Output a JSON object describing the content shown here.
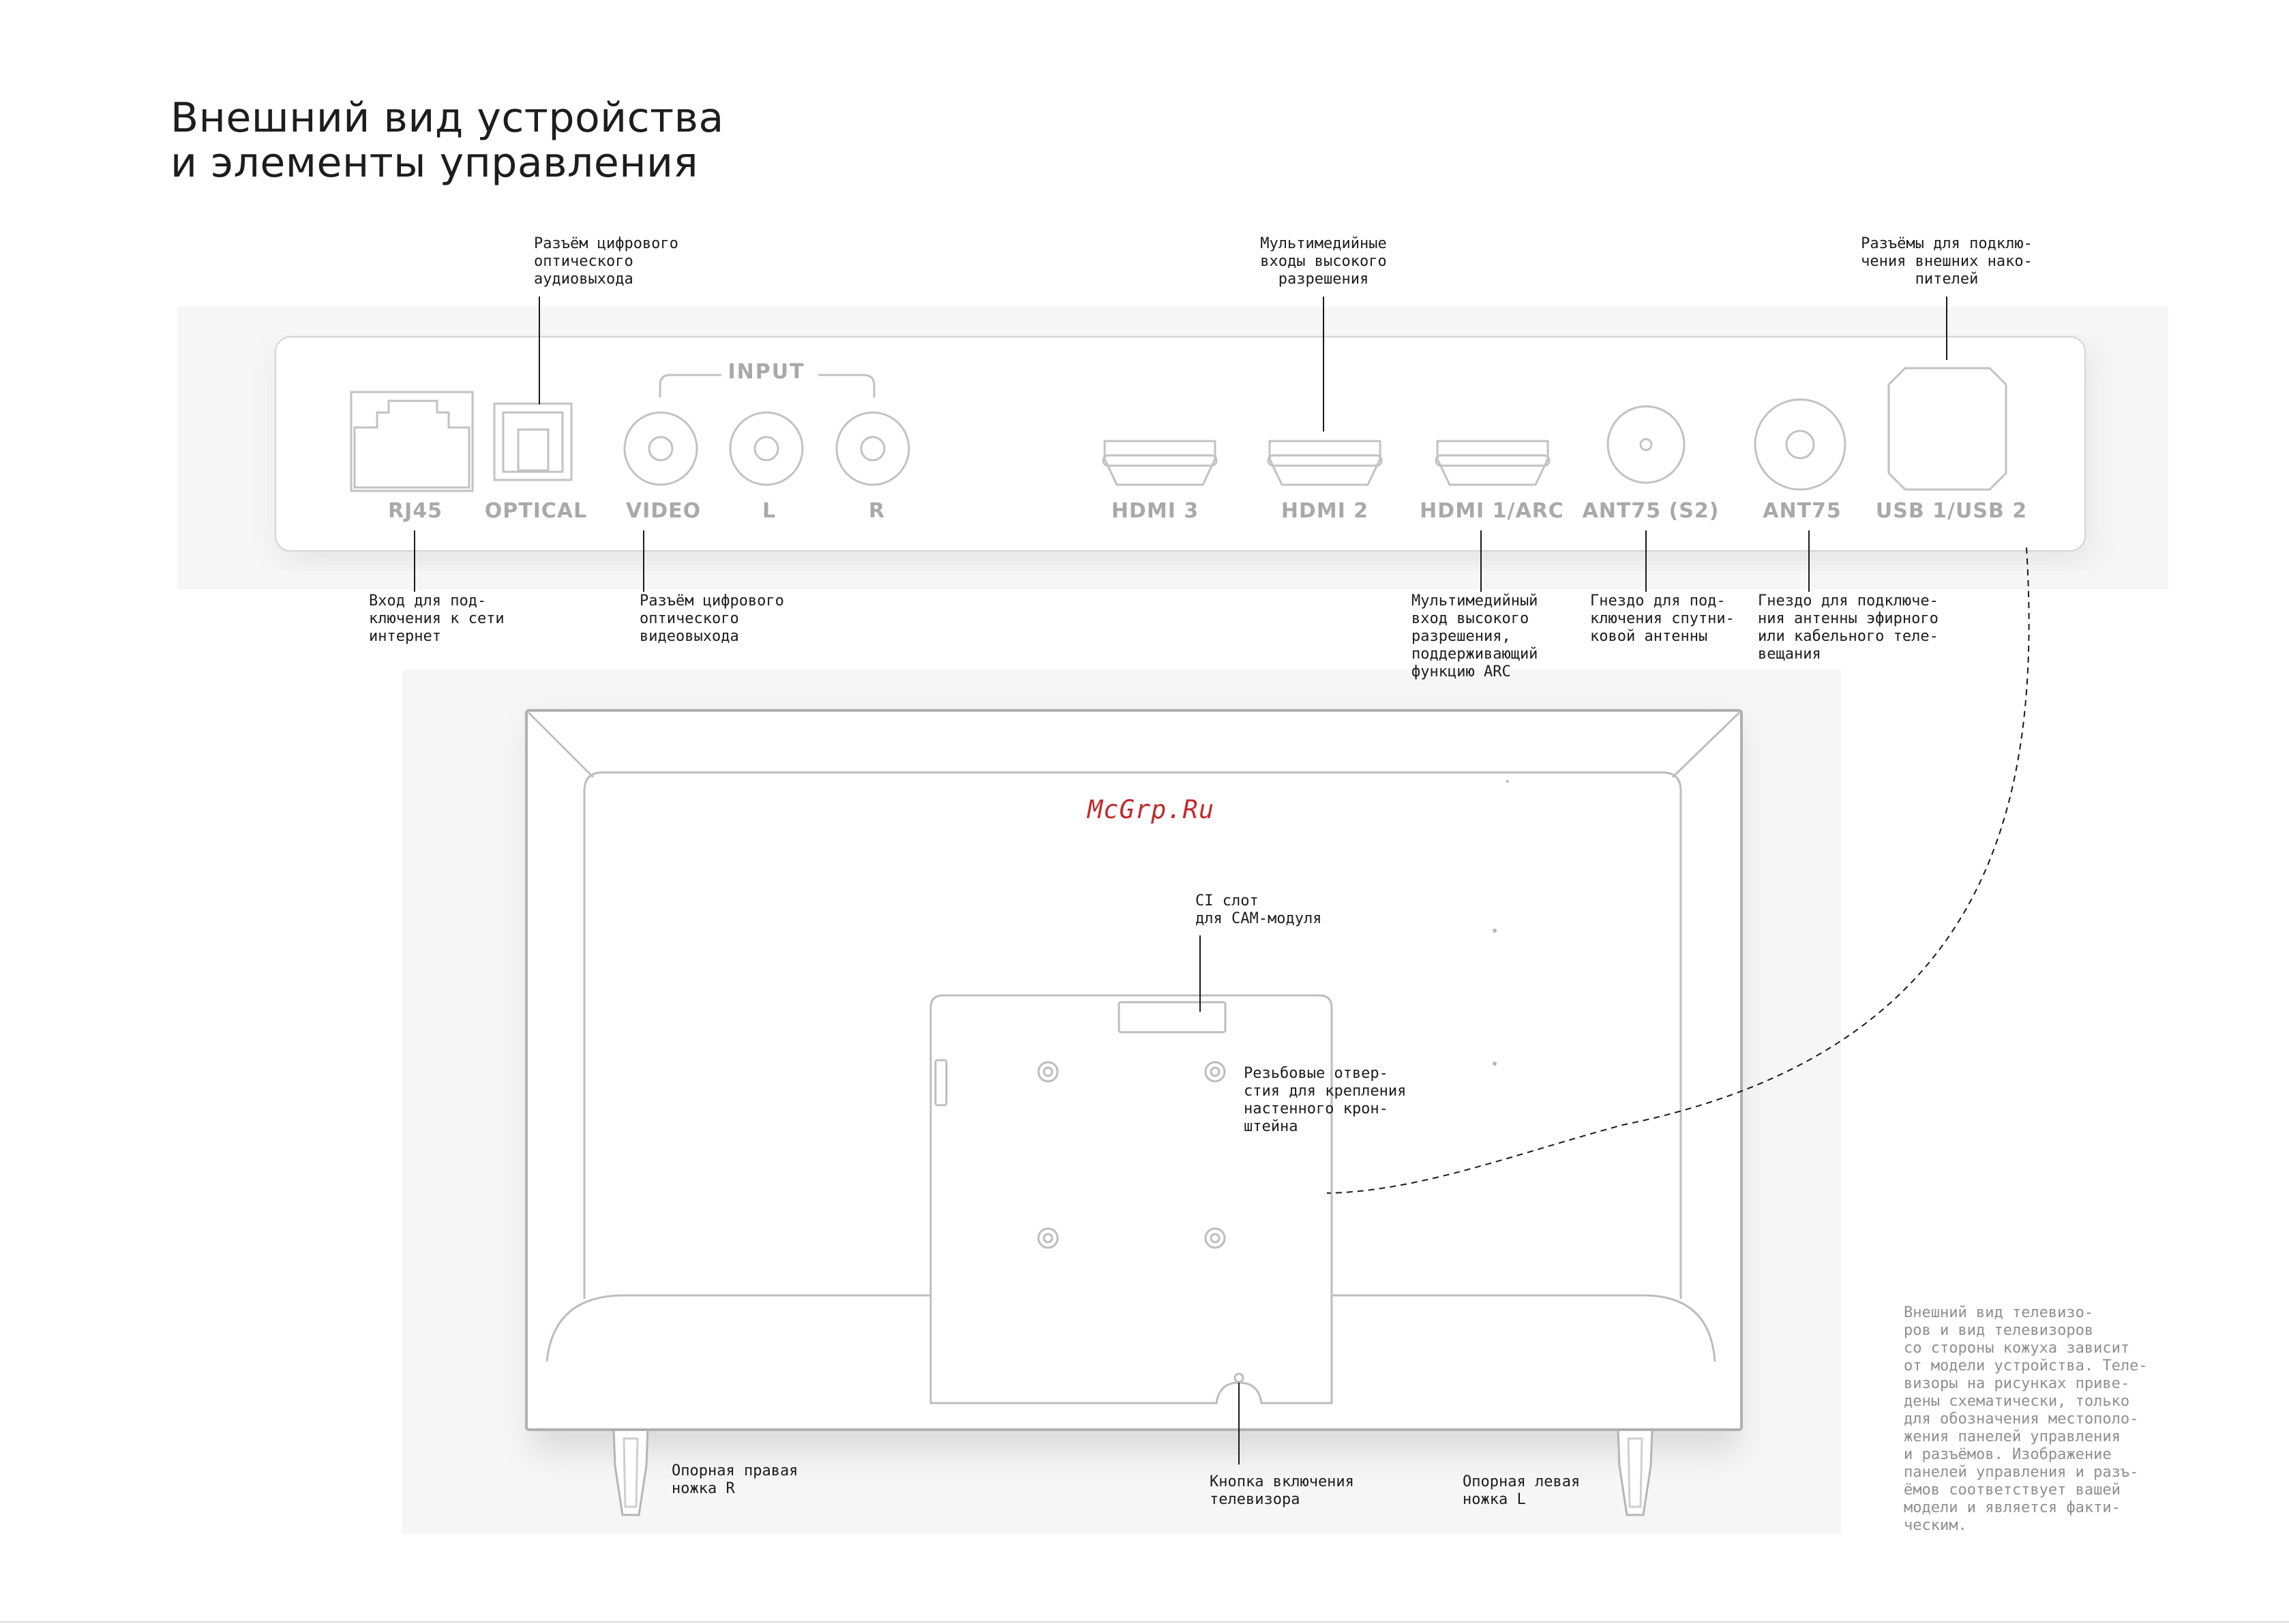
{
  "title": {
    "line1": "Внешний вид устройства",
    "line2": "и элементы управления"
  },
  "input_group_label": "INPUT",
  "ports": {
    "rj45": "RJ45",
    "optical": "OPTICAL",
    "video": "VIDEO",
    "audio_l": "L",
    "audio_r": "R",
    "hdmi3": "HDMI 3",
    "hdmi2": "HDMI 2",
    "hdmi1_arc": "HDMI 1/ARC",
    "ant75_s2": "ANT75 (S2)",
    "ant75": "ANT75",
    "usb": "USB 1/USB 2"
  },
  "callouts": {
    "optical": "Разъём цифрового\nоптического\nаудиовыхода",
    "hdmi_inputs": "Мультимедийные\nвходы высокого\nразрешения",
    "usb": "Разъёмы для подклю-\nчения внешних нако-\nпителей",
    "rj45": "Вход для под-\nключения к сети\nинтернет",
    "video": "Разъём цифрового\nоптического\nвидеовыхода",
    "hdmi_arc": "Мультимедийный\nвход высокого\nразрешения,\nподдерживающий\nфункцию ARC",
    "ant_sat": "Гнездо для под-\nключения спутни-\nковой антенны",
    "ant_air": "Гнездо для подключе-\nния антенны эфирного\nили кабельного теле-\nвещания",
    "ci_slot": "CI слот\nдля CAM-модуля",
    "vesa": "Резьбовые отвер-\nстия для крепления\nнастенного крон-\nштейна",
    "leg_right": "Опорная правая\nножка R",
    "power_button": "Кнопка включения\nтелевизора",
    "leg_left": "Опорная левая\nножка L"
  },
  "side_note": "Внешний вид телевизо-\nров и вид телевизоров\nсо стороны кожуха зависит\nот модели устройства. Теле-\nвизоры на рисунках приве-\nдены схематически, только\nдля обозначения местополо-\nжения панелей управления\nи разъёмов. Изображение\nпанелей управления и разъ-\nёмов соответствует вашей\nмодели и является факти-\nческим.",
  "watermark": "McGrp.Ru",
  "colors": {
    "line": "#c2c2c2",
    "port_text": "#a9a9a9",
    "leader": "#1a1a1a",
    "watermark": "#c32a2a"
  }
}
